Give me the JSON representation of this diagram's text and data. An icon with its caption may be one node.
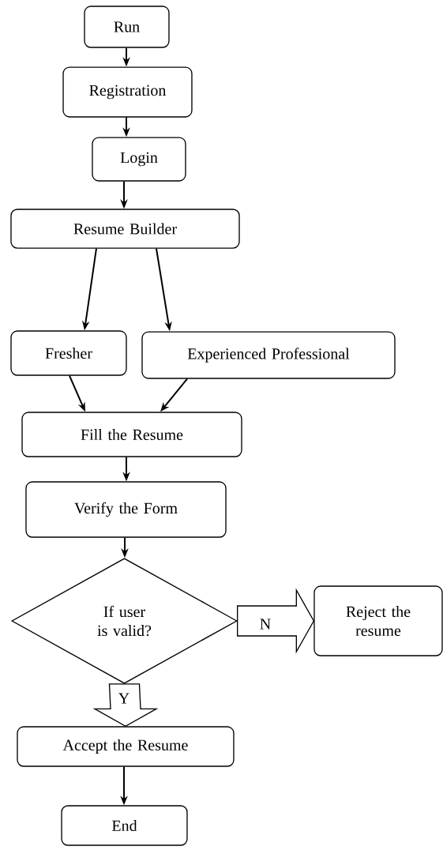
{
  "diagram": {
    "nodes": [
      {
        "text": [
          "Run"
        ]
      },
      {
        "text": [
          "Registration"
        ]
      },
      {
        "text": [
          "Login"
        ]
      },
      {
        "text": [
          "Resume Builder"
        ]
      },
      {
        "text": [
          "Fresher"
        ]
      },
      {
        "text": [
          "Experienced Professional"
        ]
      },
      {
        "text": [
          "Fill the Resume"
        ]
      },
      {
        "text": [
          "Verify the Form"
        ]
      },
      {
        "text": [
          "If user is valid?"
        ]
      },
      {
        "text": [
          "Reject the resume"
        ]
      },
      {
        "text": [
          "Accept the   Resume"
        ]
      },
      {
        "text": [
          "End"
        ]
      }
    ],
    "edges": [
      {
        "from": 0,
        "to": 1,
        "arrow": "to"
      },
      {
        "from": 1,
        "to": 2,
        "arrow": "to"
      },
      {
        "from": 2,
        "to": 3,
        "arrow": "to"
      },
      {
        "from": 3,
        "to": 4,
        "arrow": "to"
      },
      {
        "from": 3,
        "to": 5,
        "arrow": "to"
      },
      {
        "from": 4,
        "to": 6,
        "arrow": "to"
      },
      {
        "from": 5,
        "to": 6,
        "arrow": "to"
      },
      {
        "from": 6,
        "to": 7,
        "arrow": "to"
      },
      {
        "from": 7,
        "to": 8,
        "arrow": "to"
      },
      {
        "from": 8,
        "to": 9,
        "arrow": "to",
        "label": "N",
        "style": "thick"
      },
      {
        "from": 8,
        "to": 10,
        "arrow": "to",
        "label": "Y",
        "style": "thick"
      },
      {
        "from": 10,
        "to": 11,
        "arrow": "to"
      }
    ]
  }
}
